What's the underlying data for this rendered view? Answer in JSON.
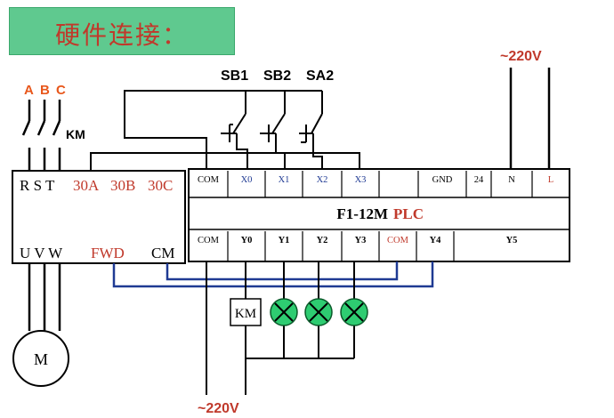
{
  "title": "硬件连接：",
  "phases": {
    "a": "A",
    "b": "B",
    "c": "C"
  },
  "contactor_label": "KM",
  "switches": {
    "sb1": "SB1",
    "sb2": "SB2",
    "sa2": "SA2"
  },
  "supply_top": "~220V",
  "supply_bottom": "~220V",
  "inverter": {
    "input_labels": "R S T",
    "relay_30a": "30A",
    "relay_30b": "30B",
    "relay_30c": "30C",
    "output_labels": "U V W",
    "fwd": "FWD",
    "cm": "CM"
  },
  "motor_label": "M",
  "plc": {
    "model": "F1-12M",
    "suffix": "PLC",
    "top_terminals": [
      "COM",
      "X0",
      "X1",
      "X2",
      "X3",
      "",
      "GND",
      "24",
      "N",
      "L"
    ],
    "bottom_terminals": [
      "COM",
      "Y0",
      "Y1",
      "Y2",
      "Y3",
      "COM",
      "Y4",
      "Y5"
    ]
  },
  "relay_coil_label": "KM",
  "colors": {
    "accent_red": "#c0392b",
    "label_orange": "#e8571b",
    "lamp_fill": "#2ecc71",
    "wire_blue": "#1f3a93",
    "title_bg": "#5fc98f"
  }
}
